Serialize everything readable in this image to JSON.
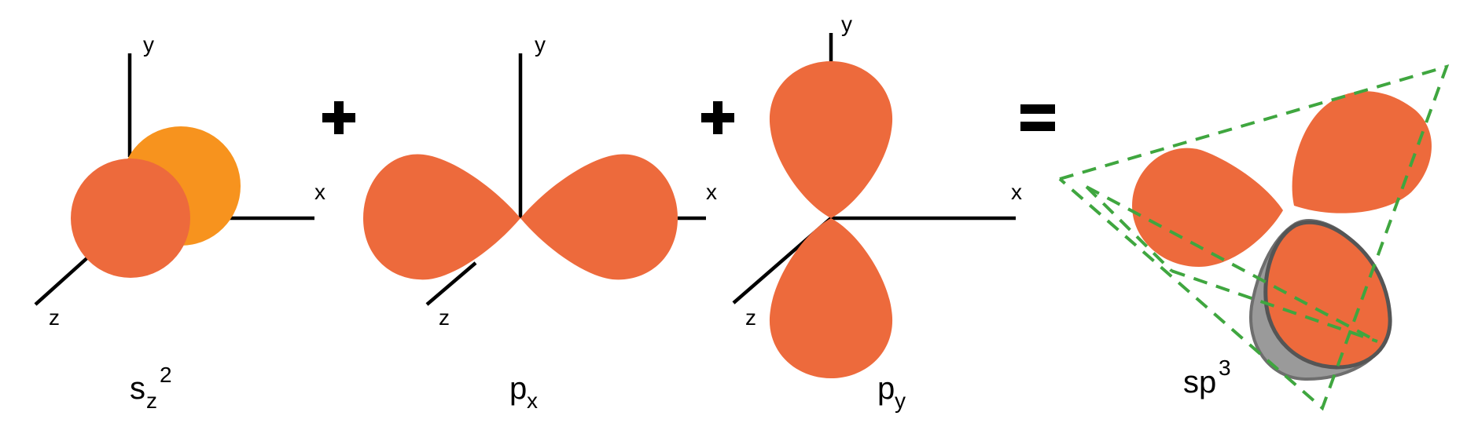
{
  "colors": {
    "lobe": "#ED6A3C",
    "sphere_back": "#F7931E",
    "axis": "#000000",
    "tetrahedron_outline": "#3FA63F",
    "lobe_outline": "#555555"
  },
  "panels": [
    {
      "id": "s",
      "axis_labels": {
        "x": "x",
        "y": "y",
        "z": "z"
      },
      "caption": {
        "base": "s",
        "subscript": "z",
        "superscript": "2"
      }
    },
    {
      "id": "px",
      "axis_labels": {
        "x": "x",
        "y": "y",
        "z": "z"
      },
      "caption": {
        "base": "p",
        "subscript": "x"
      }
    },
    {
      "id": "py",
      "axis_labels": {
        "x": "x",
        "y": "y",
        "z": "z"
      },
      "caption": {
        "base": "p",
        "subscript": "y"
      }
    },
    {
      "id": "sp3",
      "caption": {
        "base": "sp",
        "superscript": "3"
      }
    }
  ],
  "operators": [
    "+",
    "+",
    "="
  ]
}
